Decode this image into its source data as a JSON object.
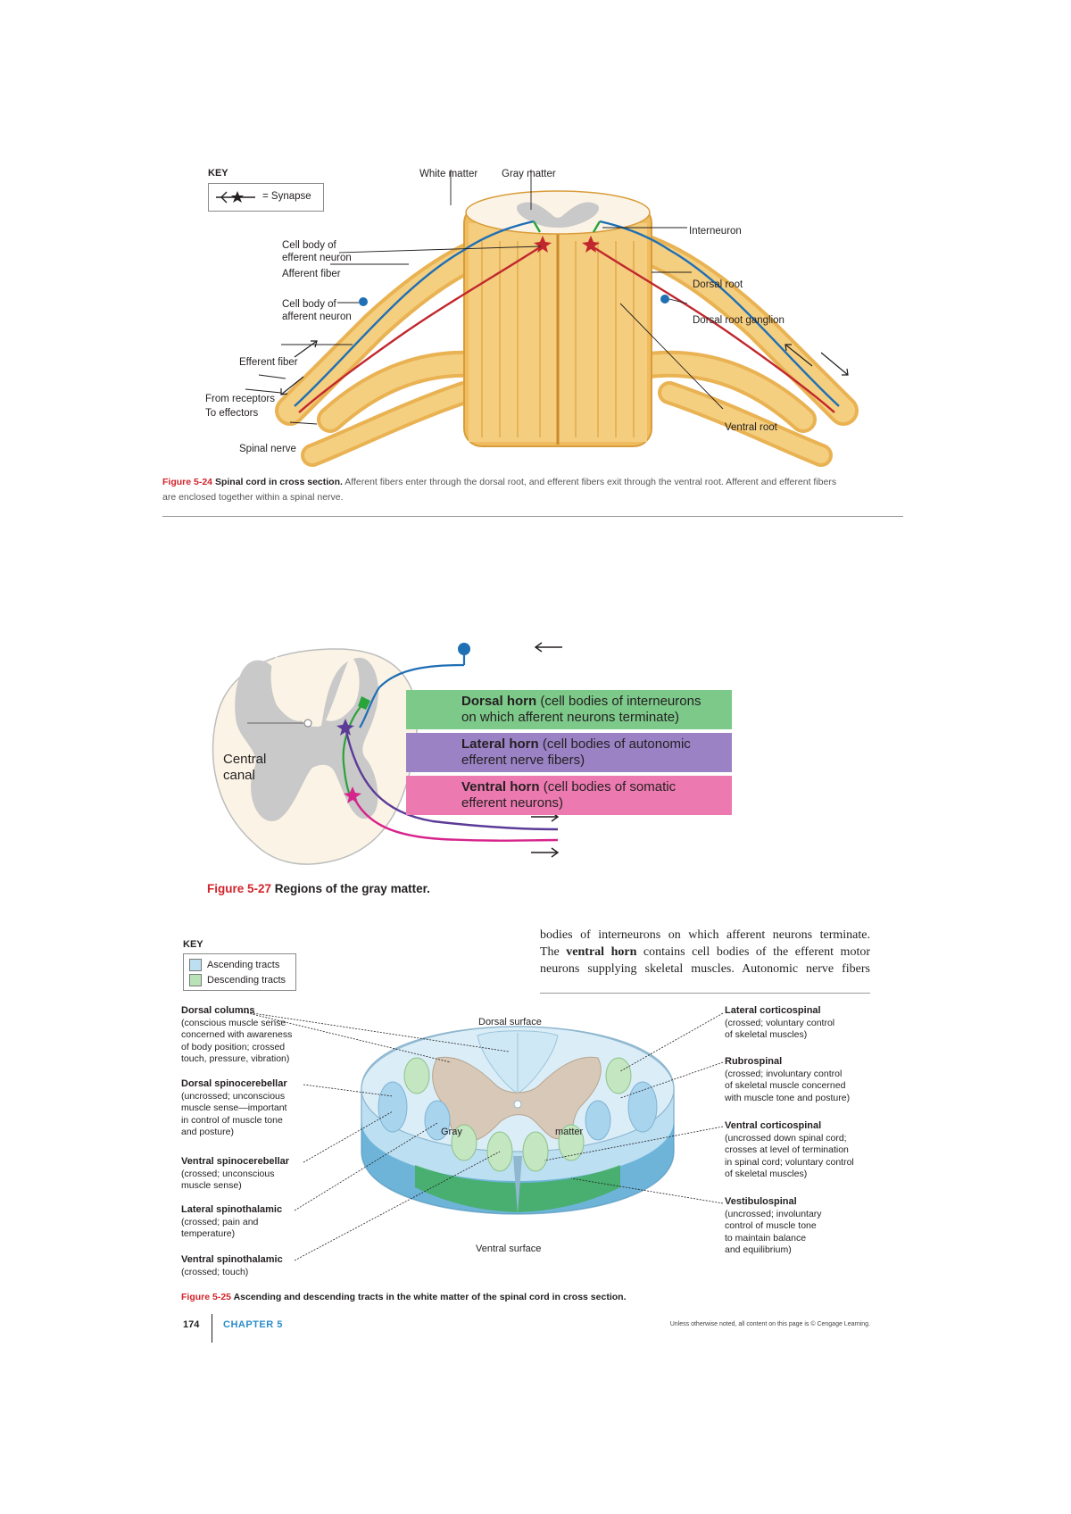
{
  "fig24": {
    "key_title": "KEY",
    "key_synapse": "= Synapse",
    "labels": {
      "white_matter": "White matter",
      "gray_matter": "Gray matter",
      "interneuron": "Interneuron",
      "cell_body_efferent_1": "Cell body of",
      "cell_body_efferent_2": "efferent neuron",
      "afferent_fiber": "Afferent fiber",
      "cell_body_afferent_1": "Cell body of",
      "cell_body_afferent_2": "afferent neuron",
      "dorsal_root": "Dorsal root",
      "dorsal_root_ganglion": "Dorsal root ganglion",
      "efferent_fiber": "Efferent fiber",
      "from_receptors": "From receptors",
      "to_effectors": "To effectors",
      "ventral_root": "Ventral root",
      "spinal_nerve": "Spinal nerve"
    },
    "caption_number": "Figure 5-24",
    "caption_title": "Spinal cord in cross section.",
    "caption_text_1": "Afferent fibers enter through the dorsal root, and efferent fibers exit through the ventral root. Afferent and efferent fibers",
    "caption_text_2": "are enclosed together within a spinal nerve."
  },
  "fig27": {
    "central_canal_1": "Central",
    "central_canal_2": "canal",
    "dorsal_horn_name": "Dorsal horn",
    "dorsal_horn_desc_1": " (cell bodies of interneurons",
    "dorsal_horn_desc_2": "on which afferent neurons terminate)",
    "lateral_horn_name": "Lateral horn",
    "lateral_horn_desc_1": " (cell bodies of autonomic",
    "lateral_horn_desc_2": "efferent nerve fibers)",
    "ventral_horn_name": "Ventral horn",
    "ventral_horn_desc_1": " (cell bodies of somatic",
    "ventral_horn_desc_2": "efferent neurons)",
    "caption_number": "Figure 5-27",
    "caption_title": "Regions of the gray matter."
  },
  "body_text": {
    "line1": "bodies of interneurons on which afferent neurons terminate.",
    "line2_pre": "The ",
    "line2_bold": "ventral horn",
    "line2_post": " contains cell bodies of the efferent motor",
    "line3": "neurons supplying skeletal muscles. Autonomic nerve fibers"
  },
  "fig25": {
    "key_title": "KEY",
    "key_ascending": "Ascending tracts",
    "key_descending": "Descending tracts",
    "dorsal_surface": "Dorsal surface",
    "ventral_surface": "Ventral surface",
    "gray": "Gray",
    "matter": "matter",
    "left_tracts": [
      {
        "title": "Dorsal columns",
        "desc": [
          "(conscious muscle sense",
          "concerned with awareness",
          "of body position; crossed",
          "touch, pressure, vibration)"
        ]
      },
      {
        "title": "Dorsal spinocerebellar",
        "desc": [
          "(uncrossed; unconscious",
          "muscle sense—important",
          "in control of muscle tone",
          "and posture)"
        ]
      },
      {
        "title": "Ventral spinocerebellar",
        "desc": [
          "(crossed; unconscious",
          "muscle sense)"
        ]
      },
      {
        "title": "Lateral spinothalamic",
        "desc": [
          "(crossed; pain and",
          "temperature)"
        ]
      },
      {
        "title": "Ventral spinothalamic",
        "desc": [
          "(crossed; touch)"
        ]
      }
    ],
    "right_tracts": [
      {
        "title": "Lateral corticospinal",
        "desc": [
          "(crossed; voluntary control",
          "of skeletal muscles)"
        ]
      },
      {
        "title": "Rubrospinal",
        "desc": [
          "(crossed; involuntary control",
          "of skeletal muscle concerned",
          "with muscle tone and posture)"
        ]
      },
      {
        "title": "Ventral corticospinal",
        "desc": [
          "(uncrossed down spinal cord;",
          "crosses at level of termination",
          "in spinal cord; voluntary control",
          "of skeletal muscles)"
        ]
      },
      {
        "title": "Vestibulospinal",
        "desc": [
          "(uncrossed; involuntary",
          "control of muscle tone",
          "to maintain balance",
          "and equilibrium)"
        ]
      }
    ],
    "caption_number": "Figure 5-25",
    "caption_title": "Ascending and descending tracts in the white matter of the spinal cord in cross section."
  },
  "footer": {
    "page_number": "174",
    "chapter": "CHAPTER 5",
    "credit": "Unless otherwise noted, all content on this page is © Cengage Learning."
  },
  "colors": {
    "cord": "#f2c46a",
    "cord_light": "#f8dea0",
    "white_matter": "#fbf4e6",
    "gray_matter": "#c9c9c9",
    "afferent": "#1f6fb5",
    "efferent": "#c1272d",
    "interneuron": "#2aa33a",
    "dorsal_band": "#7dc98a",
    "lateral_band": "#9b82c4",
    "ventral_band": "#ec7ab0",
    "ascending": "#bcdff2",
    "descending": "#b9e3b6",
    "accent_red": "#d2232a",
    "chapter_blue": "#2b8ccd"
  }
}
